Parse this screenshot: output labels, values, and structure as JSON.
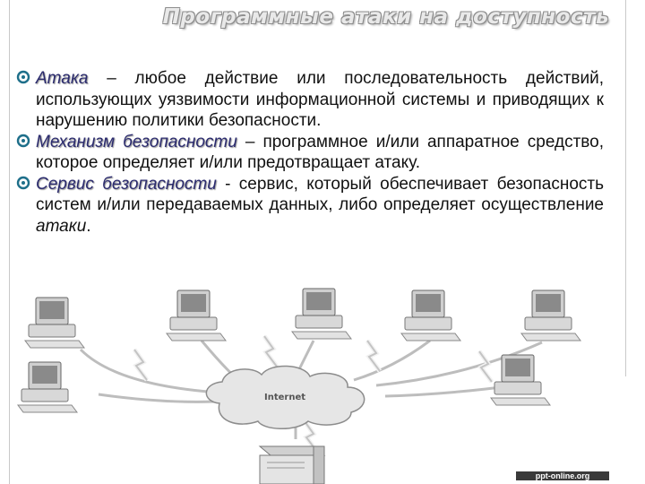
{
  "slide": {
    "title": "Программные атаки на доступность",
    "items": [
      {
        "term": "Атака",
        "text": " – любое действие или последовательность действий, использующих уязвимости информационной системы и приводящих к нарушению политики безопасности."
      },
      {
        "term": "Механизм безопасности",
        "text": " – программное и/или аппаратное средство, которое определяет и/или предотвращает атаку."
      },
      {
        "term": "Сервис безопасности",
        "text": " - сервис, который обеспечивает безопасность систем и/или передаваемых данных, либо определяет осуществление ",
        "emph": "атаки",
        "tail": "."
      }
    ]
  },
  "diagram": {
    "cloud_label": "Internet"
  },
  "watermark": "ppt-online.org",
  "colors": {
    "term": "#2b2b6e",
    "bullet": "#1e6f8a",
    "cloud_fill": "#e6e6e6",
    "cable": "#bdbdbd"
  }
}
